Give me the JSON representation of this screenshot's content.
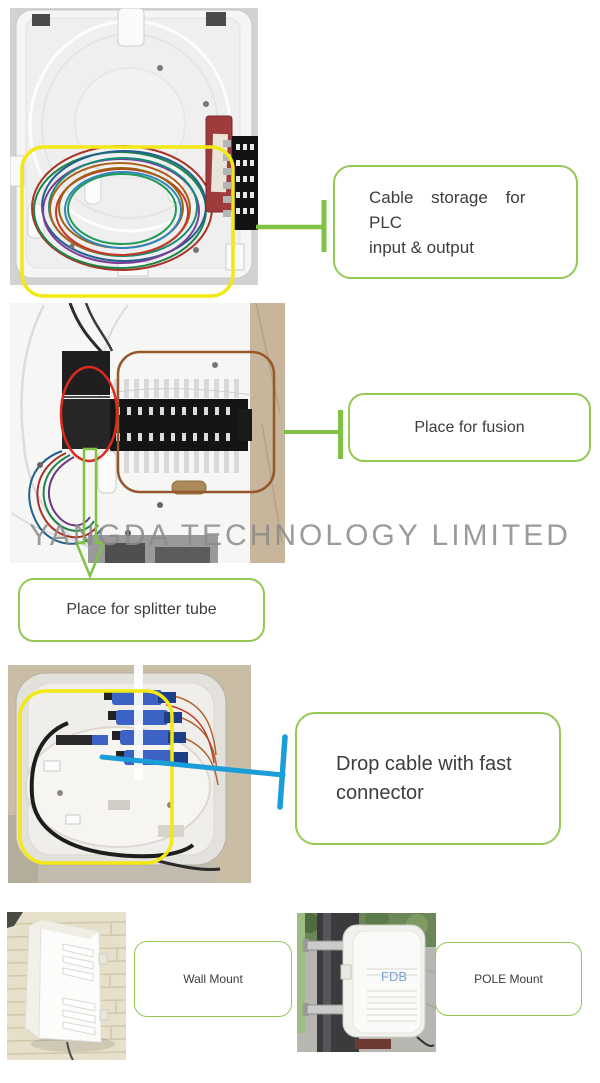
{
  "colors": {
    "c-green": "#93c954",
    "c-connector": "#7ec344",
    "c-yellow": "#f2e813",
    "c-red": "#dd2a1e",
    "c-brown": "#97572b",
    "c-blue": "#1b9dd9",
    "c-text": "#3d3d3d",
    "c-watermark": "#8a8a8a"
  },
  "watermark": {
    "text": "YANGDA TECHNOLOGY LIMITED"
  },
  "callouts": {
    "cable_storage": {
      "lines": [
        "Cable storage for PLC",
        "input & output"
      ]
    },
    "fusion": {
      "lines": [
        "Place for fusion"
      ]
    },
    "splitter_tube": {
      "lines": [
        "Place for splitter tube"
      ]
    },
    "drop_cable": {
      "lines": [
        "Drop cable with fast",
        "connector"
      ]
    },
    "wall_mount": {
      "lines": [
        "Wall Mount"
      ]
    },
    "pole_mount": {
      "lines": [
        "POLE Mount"
      ]
    }
  },
  "photos": {
    "pole_mount": {
      "box_label": "FDB"
    }
  }
}
